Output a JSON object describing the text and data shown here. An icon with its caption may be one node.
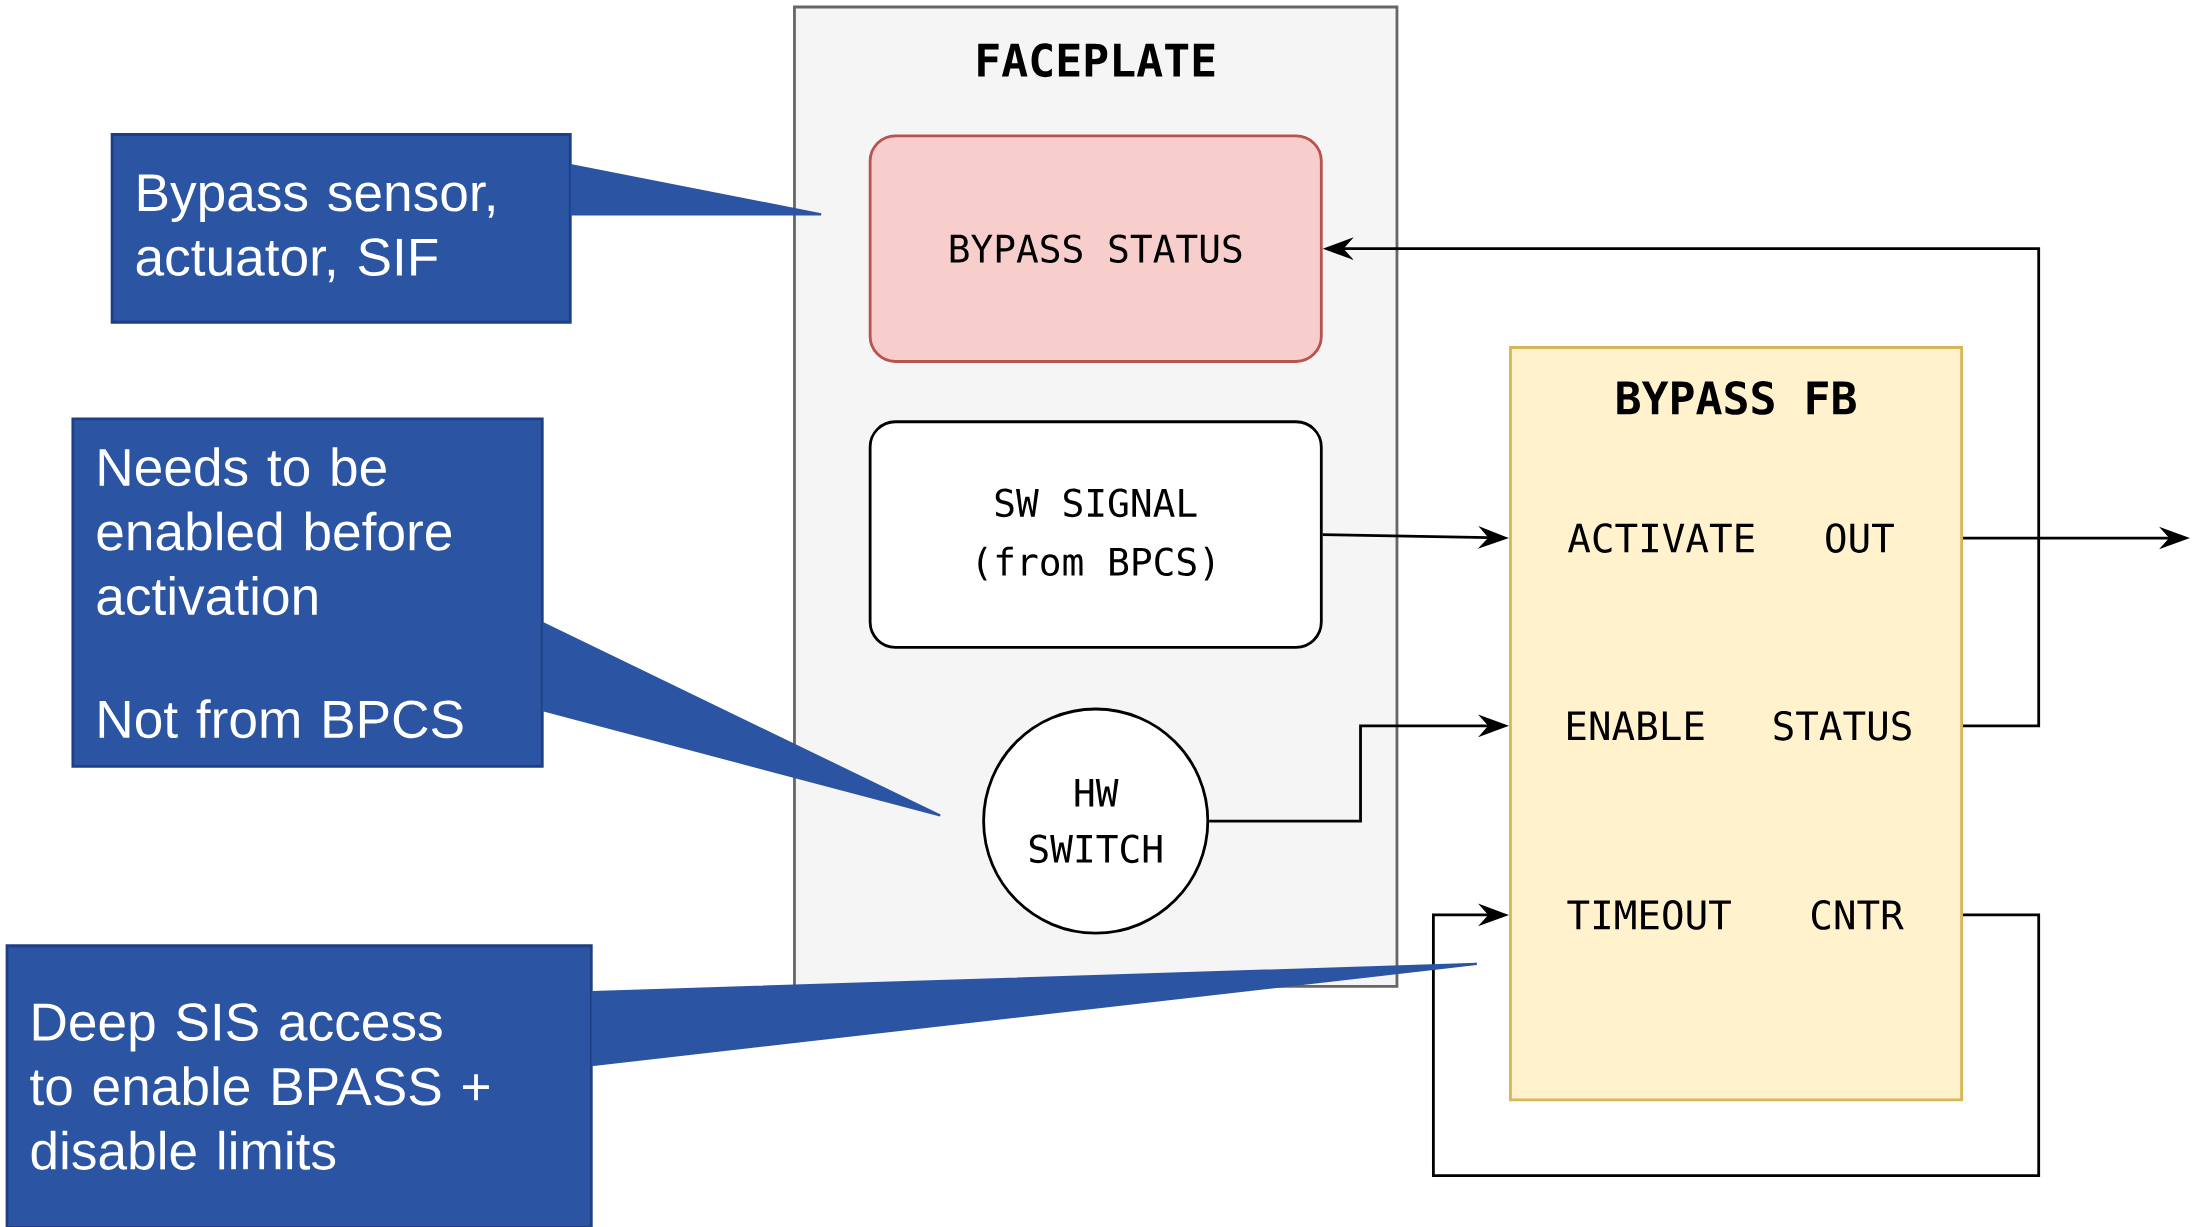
{
  "diagram": {
    "nodes": [
      {
        "text": [
          "FACEPLATE"
        ]
      },
      {
        "text": [
          "BYPASS STATUS"
        ],
        "in": 0
      },
      {
        "text": [
          "SW SIGNAL",
          "(from BPCS)"
        ],
        "in": 0
      },
      {
        "text": [
          "HW SWITCH"
        ],
        "in": 0
      },
      {
        "text": [
          "BYPASS FB"
        ]
      },
      {
        "text": [
          "ACTIVATE"
        ],
        "in": 4
      },
      {
        "text": [
          "OUT"
        ],
        "in": 4
      },
      {
        "text": [
          "ENABLE"
        ],
        "in": 4
      },
      {
        "text": [
          "STATUS"
        ],
        "in": 4
      },
      {
        "text": [
          "TIMEOUT"
        ],
        "in": 4
      },
      {
        "text": [
          "CNTR"
        ],
        "in": 4
      },
      {
        "text": [
          "Bypass sensor, actuator, SIF"
        ]
      },
      {
        "text": [
          "Needs to be enabled before activation",
          "Not from BPCS"
        ]
      },
      {
        "text": [
          "Deep SIS access to enable BPASS + disable limits"
        ]
      }
    ],
    "edges": [
      {
        "from": 2,
        "to": 5,
        "arrow": "to"
      },
      {
        "from": 6,
        "to": null,
        "arrow": "to"
      },
      {
        "from": 3,
        "to": 7,
        "arrow": "to"
      },
      {
        "from": 8,
        "to": 1,
        "arrow": "to"
      },
      {
        "from": 10,
        "to": 9,
        "arrow": "to"
      },
      {
        "from": 11,
        "to": 1,
        "arrow": "none",
        "color": "#2b55a3"
      },
      {
        "from": 12,
        "to": 3,
        "arrow": "none",
        "color": "#2b55a3"
      },
      {
        "from": 13,
        "to": 9,
        "arrow": "none",
        "color": "#2b55a3"
      }
    ]
  }
}
